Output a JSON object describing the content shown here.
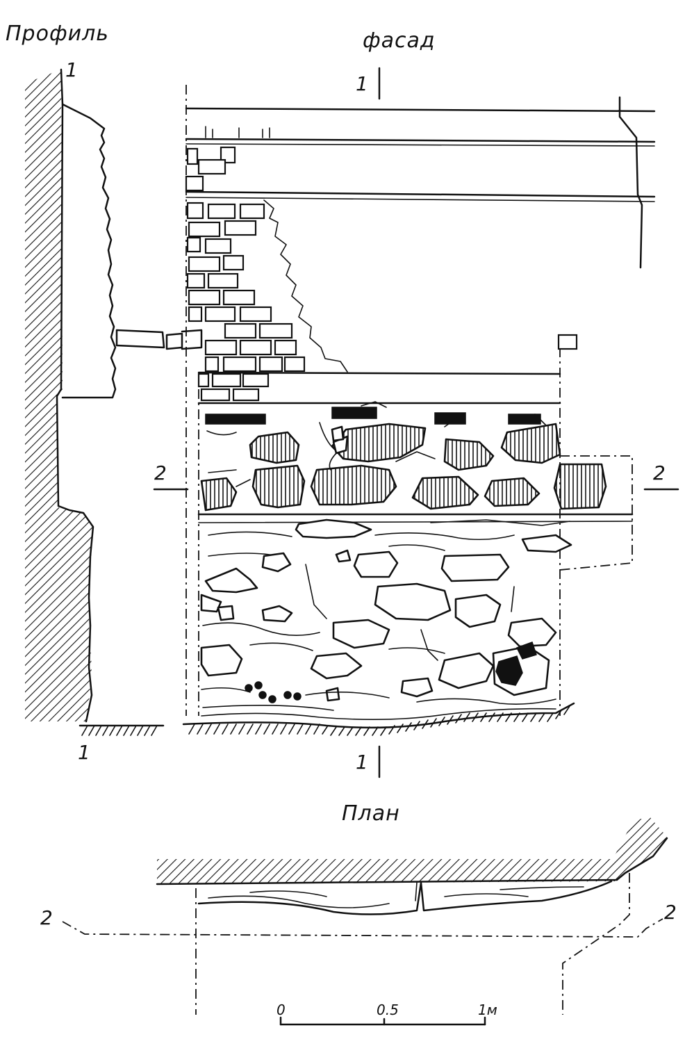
{
  "labels": {
    "profile_title": "Профиль",
    "facade_title": "фасад",
    "plan_title": "План",
    "section1_top_profile": "1",
    "section1_bottom_profile": "1",
    "section1_top_facade": "1",
    "section1_bottom_facade": "1",
    "section2_left_facade": "2",
    "section2_right_facade": "2",
    "section2_left_plan": "2",
    "section2_right_plan": "2"
  },
  "scale_bar": {
    "ticks": [
      "0",
      "0.5",
      "1м"
    ]
  }
}
